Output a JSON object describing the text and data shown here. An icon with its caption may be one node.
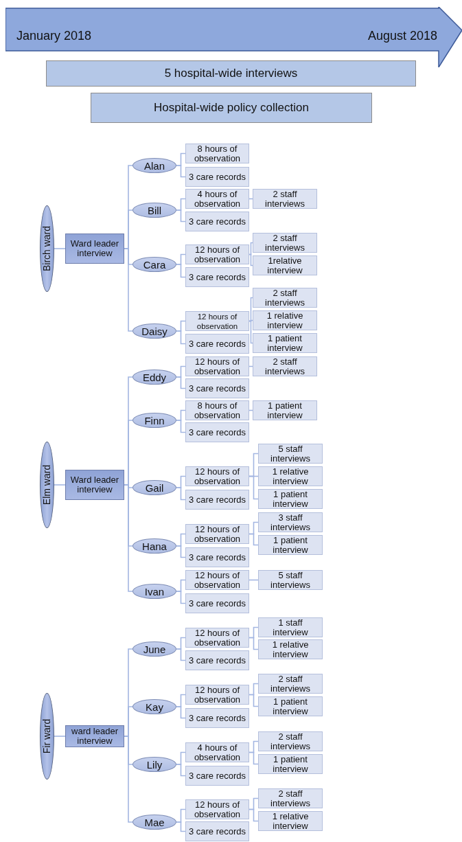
{
  "diagram": {
    "nodes": [
      {
        "text": [
          "January 2018",
          "August 2018"
        ]
      },
      {
        "text": [
          "5 hospital-wide interviews"
        ]
      },
      {
        "text": [
          "Hospital-wide policy collection"
        ]
      },
      {
        "text": [
          "Birch ward"
        ]
      },
      {
        "text": [
          "Ward leader interview"
        ]
      },
      {
        "text": [
          "Alan"
        ]
      },
      {
        "text": [
          "8 hours of observation"
        ]
      },
      {
        "text": [
          "3 care records"
        ]
      },
      {
        "text": [
          "Bill"
        ]
      },
      {
        "text": [
          "4 hours of observation"
        ]
      },
      {
        "text": [
          "2 staff interviews"
        ]
      },
      {
        "text": [
          "3 care records"
        ]
      },
      {
        "text": [
          "Cara"
        ]
      },
      {
        "text": [
          "12 hours of observation"
        ]
      },
      {
        "text": [
          "2 staff interviews"
        ]
      },
      {
        "text": [
          "1relative interview"
        ]
      },
      {
        "text": [
          "3 care records"
        ]
      },
      {
        "text": [
          "Daisy"
        ]
      },
      {
        "text": [
          "12 hours of observation"
        ]
      },
      {
        "text": [
          "2 staff interviews"
        ]
      },
      {
        "text": [
          "1 relative interview"
        ]
      },
      {
        "text": [
          "1 patient interview"
        ]
      },
      {
        "text": [
          "3 care records"
        ]
      },
      {
        "text": [
          "Elm ward"
        ]
      },
      {
        "text": [
          "Ward leader interview"
        ]
      },
      {
        "text": [
          "Eddy"
        ]
      },
      {
        "text": [
          "12 hours of observation"
        ]
      },
      {
        "text": [
          "2 staff interviews"
        ]
      },
      {
        "text": [
          "3 care records"
        ]
      },
      {
        "text": [
          "Finn"
        ]
      },
      {
        "text": [
          "8 hours of observation"
        ]
      },
      {
        "text": [
          "1 patient interview"
        ]
      },
      {
        "text": [
          "3 care records"
        ]
      },
      {
        "text": [
          "Gail"
        ]
      },
      {
        "text": [
          "12 hours of observation"
        ]
      },
      {
        "text": [
          "5 staff interviews"
        ]
      },
      {
        "text": [
          "1 relative interview"
        ]
      },
      {
        "text": [
          "1 patient interview"
        ]
      },
      {
        "text": [
          "3 care records"
        ]
      },
      {
        "text": [
          "Hana"
        ]
      },
      {
        "text": [
          "12 hours of observation"
        ]
      },
      {
        "text": [
          "3 staff interviews"
        ]
      },
      {
        "text": [
          "1 patient interview"
        ]
      },
      {
        "text": [
          "3 care records"
        ]
      },
      {
        "text": [
          "Ivan"
        ]
      },
      {
        "text": [
          "12 hours of observation"
        ]
      },
      {
        "text": [
          "5 staff interviews"
        ]
      },
      {
        "text": [
          "3 care records"
        ]
      },
      {
        "text": [
          "Fir ward"
        ]
      },
      {
        "text": [
          "ward leader interview"
        ]
      },
      {
        "text": [
          "June"
        ]
      },
      {
        "text": [
          "12 hours of observation"
        ]
      },
      {
        "text": [
          "1 staff interview"
        ]
      },
      {
        "text": [
          "1 relative interview"
        ]
      },
      {
        "text": [
          "3 care records"
        ]
      },
      {
        "text": [
          "Kay"
        ]
      },
      {
        "text": [
          "12 hours of observation"
        ]
      },
      {
        "text": [
          "2 staff interviews"
        ]
      },
      {
        "text": [
          "1 patient interview"
        ]
      },
      {
        "text": [
          "3 care records"
        ]
      },
      {
        "text": [
          "Lily"
        ]
      },
      {
        "text": [
          "4 hours of observation"
        ]
      },
      {
        "text": [
          "2 staff interviews"
        ]
      },
      {
        "text": [
          "1 patient interview"
        ]
      },
      {
        "text": [
          "3 care records"
        ]
      },
      {
        "text": [
          "Mae"
        ]
      },
      {
        "text": [
          "12 hours of observation"
        ]
      },
      {
        "text": [
          "2 staff interviews"
        ]
      },
      {
        "text": [
          "1 relative interview"
        ]
      },
      {
        "text": [
          "3 care records"
        ]
      }
    ],
    "edges": [
      {
        "from": 3,
        "to": 4,
        "arrow": "none"
      },
      {
        "from": 4,
        "to": 5,
        "arrow": "none"
      },
      {
        "from": 4,
        "to": 8,
        "arrow": "none"
      },
      {
        "from": 4,
        "to": 12,
        "arrow": "none"
      },
      {
        "from": 4,
        "to": 17,
        "arrow": "none"
      },
      {
        "from": 5,
        "to": 6,
        "arrow": "none"
      },
      {
        "from": 5,
        "to": 7,
        "arrow": "none"
      },
      {
        "from": 8,
        "to": 9,
        "arrow": "none"
      },
      {
        "from": 8,
        "to": 11,
        "arrow": "none"
      },
      {
        "from": 9,
        "to": 10,
        "arrow": "none"
      },
      {
        "from": 12,
        "to": 13,
        "arrow": "none"
      },
      {
        "from": 12,
        "to": 16,
        "arrow": "none"
      },
      {
        "from": 13,
        "to": 14,
        "arrow": "none"
      },
      {
        "from": 13,
        "to": 15,
        "arrow": "none"
      },
      {
        "from": 17,
        "to": 18,
        "arrow": "none"
      },
      {
        "from": 17,
        "to": 22,
        "arrow": "none"
      },
      {
        "from": 18,
        "to": 19,
        "arrow": "none"
      },
      {
        "from": 18,
        "to": 20,
        "arrow": "none"
      },
      {
        "from": 18,
        "to": 21,
        "arrow": "none"
      },
      {
        "from": 23,
        "to": 24,
        "arrow": "none"
      },
      {
        "from": 24,
        "to": 25,
        "arrow": "none"
      },
      {
        "from": 24,
        "to": 29,
        "arrow": "none"
      },
      {
        "from": 24,
        "to": 33,
        "arrow": "none"
      },
      {
        "from": 24,
        "to": 39,
        "arrow": "none"
      },
      {
        "from": 24,
        "to": 44,
        "arrow": "none"
      },
      {
        "from": 25,
        "to": 26,
        "arrow": "none"
      },
      {
        "from": 25,
        "to": 28,
        "arrow": "none"
      },
      {
        "from": 26,
        "to": 27,
        "arrow": "none"
      },
      {
        "from": 29,
        "to": 30,
        "arrow": "none"
      },
      {
        "from": 29,
        "to": 32,
        "arrow": "none"
      },
      {
        "from": 30,
        "to": 31,
        "arrow": "none"
      },
      {
        "from": 33,
        "to": 34,
        "arrow": "none"
      },
      {
        "from": 33,
        "to": 38,
        "arrow": "none"
      },
      {
        "from": 34,
        "to": 35,
        "arrow": "none"
      },
      {
        "from": 34,
        "to": 36,
        "arrow": "none"
      },
      {
        "from": 34,
        "to": 37,
        "arrow": "none"
      },
      {
        "from": 39,
        "to": 40,
        "arrow": "none"
      },
      {
        "from": 39,
        "to": 43,
        "arrow": "none"
      },
      {
        "from": 40,
        "to": 41,
        "arrow": "none"
      },
      {
        "from": 40,
        "to": 42,
        "arrow": "none"
      },
      {
        "from": 44,
        "to": 45,
        "arrow": "none"
      },
      {
        "from": 44,
        "to": 47,
        "arrow": "none"
      },
      {
        "from": 45,
        "to": 46,
        "arrow": "none"
      },
      {
        "from": 48,
        "to": 49,
        "arrow": "none"
      },
      {
        "from": 49,
        "to": 50,
        "arrow": "none"
      },
      {
        "from": 49,
        "to": 55,
        "arrow": "none"
      },
      {
        "from": 49,
        "to": 60,
        "arrow": "none"
      },
      {
        "from": 49,
        "to": 65,
        "arrow": "none"
      },
      {
        "from": 50,
        "to": 51,
        "arrow": "none"
      },
      {
        "from": 50,
        "to": 54,
        "arrow": "none"
      },
      {
        "from": 51,
        "to": 52,
        "arrow": "none"
      },
      {
        "from": 51,
        "to": 53,
        "arrow": "none"
      },
      {
        "from": 55,
        "to": 56,
        "arrow": "none"
      },
      {
        "from": 55,
        "to": 59,
        "arrow": "none"
      },
      {
        "from": 56,
        "to": 57,
        "arrow": "none"
      },
      {
        "from": 56,
        "to": 58,
        "arrow": "none"
      },
      {
        "from": 60,
        "to": 61,
        "arrow": "none"
      },
      {
        "from": 60,
        "to": 64,
        "arrow": "none"
      },
      {
        "from": 61,
        "to": 62,
        "arrow": "none"
      },
      {
        "from": 61,
        "to": 63,
        "arrow": "none"
      },
      {
        "from": 65,
        "to": 66,
        "arrow": "none"
      },
      {
        "from": 65,
        "to": 69,
        "arrow": "none"
      },
      {
        "from": 66,
        "to": 67,
        "arrow": "none"
      },
      {
        "from": 66,
        "to": 68,
        "arrow": "none"
      }
    ]
  }
}
